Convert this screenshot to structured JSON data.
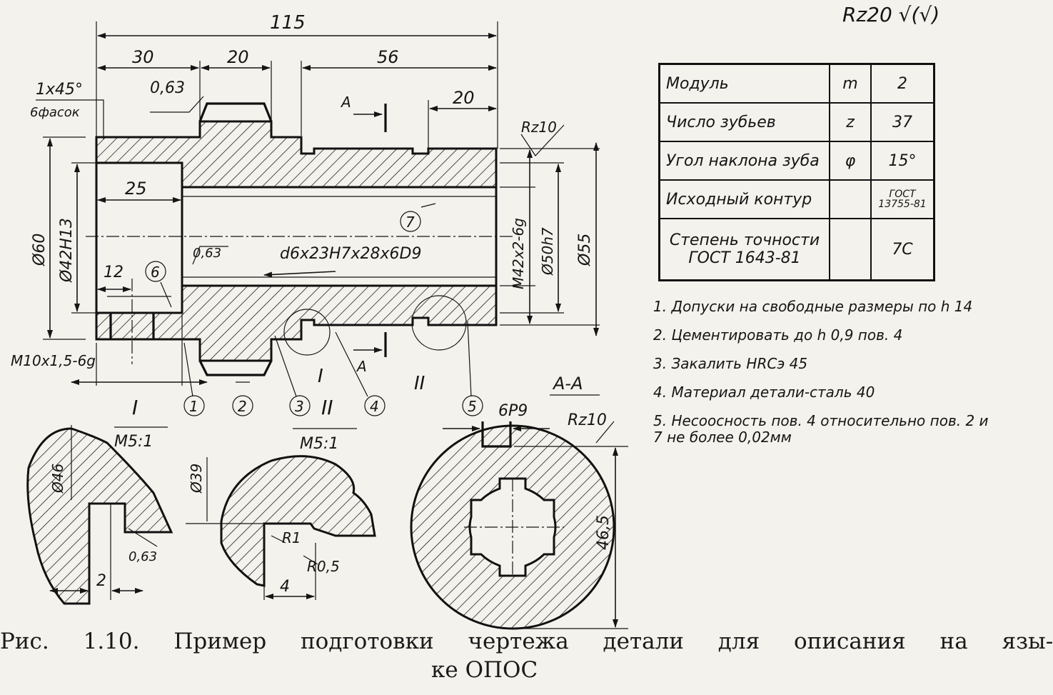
{
  "roughness_header": "Rz20 √(√)",
  "dimensions": {
    "overall_length": "115",
    "len_30": "30",
    "len_20_a": "20",
    "len_56": "56",
    "len_20_b": "20",
    "len_25": "25",
    "len_12": "12",
    "chamfer": "1x45°",
    "chamfer_note": "6фасок",
    "rough_063_top": "0,63",
    "rough_063_bore": "0,63",
    "rz10_right": "Rz10",
    "dia_60": "Ø60",
    "dia_42h13": "Ø42H13",
    "dia_m42": "M42x2-6g",
    "dia_50h7": "Ø50h7",
    "dia_55": "Ø55",
    "spline": "d6x23H7x28x6D9",
    "thread_m10": "M10x1,5-6g",
    "section_mark": "A",
    "section_title": "A-A",
    "key_width": "6P9",
    "rz10_section": "Rz10",
    "dim_465": "46,5"
  },
  "callouts": [
    "1",
    "2",
    "3",
    "4",
    "5",
    "6",
    "7"
  ],
  "details": {
    "d1_label": "I",
    "d1_scale": "M5:1",
    "d1_dia": "Ø46",
    "d1_width": "2",
    "d1_rough": "0,63",
    "d2_label": "II",
    "d2_scale": "M5:1",
    "d2_dia": "Ø39",
    "d2_r1": "R1",
    "d2_r05": "R0,5",
    "d2_width": "4"
  },
  "params_table": [
    {
      "name": "Модуль",
      "symbol": "m",
      "value": "2"
    },
    {
      "name": "Число зубьев",
      "symbol": "z",
      "value": "37"
    },
    {
      "name": "Угол наклона зуба",
      "symbol": "φ",
      "value": "15°"
    },
    {
      "name": "Исходный контур",
      "symbol": "",
      "value_line1": "ГОСТ",
      "value_line2": "13755-81"
    },
    {
      "name_line1": "Степень точности",
      "name_line2": "ГОСТ 1643-81",
      "symbol": "",
      "value": "7С"
    }
  ],
  "notes": [
    "1. Допуски на свободные размеры по h 14",
    "2. Цементировать до h 0,9 пов. 4",
    "3. Закалить HRCэ 45",
    "4. Материал детали-сталь 40",
    "5. Несоосность пов. 4 относительно пов. 2 и 7 не более 0,02мм"
  ],
  "caption": {
    "line1": "Рис. 1.10. Пример подготовки чертежа детали для описания на язы-",
    "line2": "ке ОПОС"
  }
}
